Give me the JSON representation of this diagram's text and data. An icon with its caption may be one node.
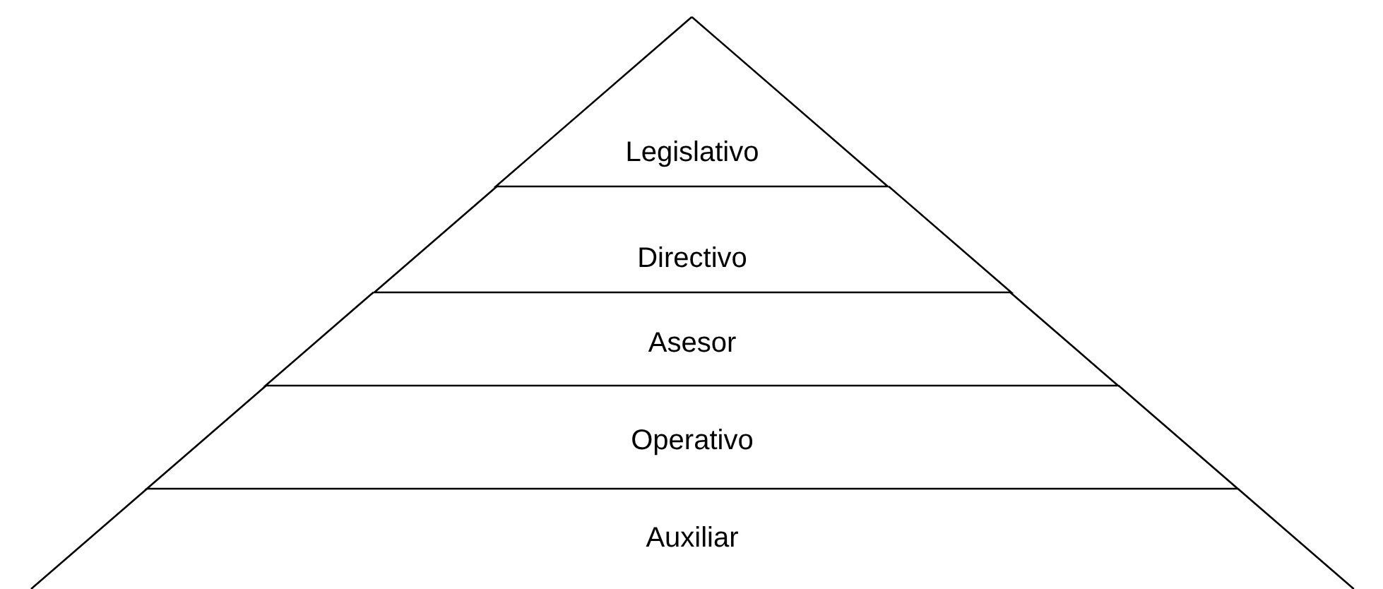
{
  "diagram": {
    "nodes": [
      {
        "text": [
          "Legislativo"
        ]
      },
      {
        "text": [
          "Directivo"
        ]
      },
      {
        "text": [
          "Asesor"
        ]
      },
      {
        "text": [
          "Operativo"
        ]
      },
      {
        "text": [
          "Auxiliar"
        ]
      }
    ]
  }
}
